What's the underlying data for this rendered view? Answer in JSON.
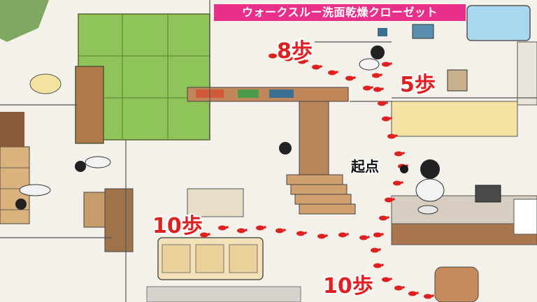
{
  "banner": {
    "title": "ウォークスルー洗面乾燥クローゼット"
  },
  "start": {
    "label": "起点"
  },
  "steps": {
    "top": "8歩",
    "right": "5歩",
    "left": "10歩",
    "bottom": "10歩"
  },
  "colors": {
    "banner": "#e8308a",
    "footprint": "#e02020",
    "lawn": "#8fc45a",
    "wood": "#a0724a",
    "floor": "#f4f1ea"
  }
}
